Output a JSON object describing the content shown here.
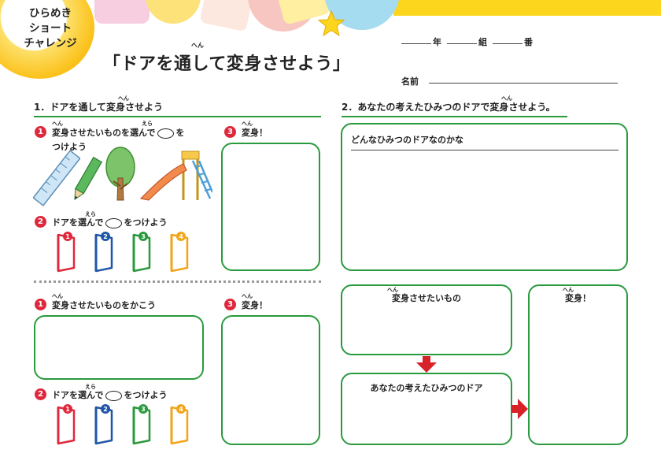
{
  "header": {
    "badge_lines": [
      "ひらめき",
      "ショート",
      "チャレンジ"
    ],
    "title": "「ドアを通して変身させよう」",
    "title_ruby": "へん",
    "year_label": "年",
    "class_label": "組",
    "number_label": "番",
    "name_label": "名前"
  },
  "section1": {
    "heading": "1．ドアを通して変身させよう",
    "heading_ruby": "へん",
    "top": {
      "step1_number": "1",
      "step1_text_a": "変身させたいものを選んで",
      "step1_text_b": "を",
      "step1_text_c": "つけよう",
      "step1_ruby_hen": "へん",
      "step1_ruby_era": "えら",
      "step2_number": "2",
      "step2_text_a": "ドアを選んで",
      "step2_text_b": "をつけよう",
      "step2_ruby_era": "えら",
      "step3_number": "3",
      "step3_text": "変身！",
      "step3_ruby": "へん",
      "door_numbers": [
        "1",
        "2",
        "3",
        "4"
      ]
    },
    "bottom": {
      "step1_number": "1",
      "step1_text": "変身させたいものをかこう",
      "step1_ruby": "へん",
      "step2_number": "2",
      "step2_text_a": "ドアを選んで",
      "step2_text_b": "をつけよう",
      "step2_ruby_era": "えら",
      "step3_number": "3",
      "step3_text": "変身！",
      "step3_ruby": "へん",
      "door_numbers": [
        "1",
        "2",
        "3",
        "4"
      ]
    }
  },
  "section2": {
    "heading": "2．あなたの考えたひみつのドアで変身させよう。",
    "heading_ruby": "へん",
    "question_label": "どんなひみつのドアなのかな",
    "box_want_label": "変身させたいもの",
    "box_want_ruby": "へん",
    "box_door_label": "あなたの考えたひみつのドア",
    "box_result_label": "変身！",
    "box_result_ruby": "へん"
  },
  "colors": {
    "accent_green": "#2a9a3e",
    "number_red": "#e0283c",
    "arrow_red": "#d8222a",
    "door_red": "#e0283c",
    "door_blue": "#1f56a8",
    "door_green": "#2a9a3e",
    "door_orange": "#f2a51a",
    "top_bar_yellow": "#fbd61c"
  }
}
